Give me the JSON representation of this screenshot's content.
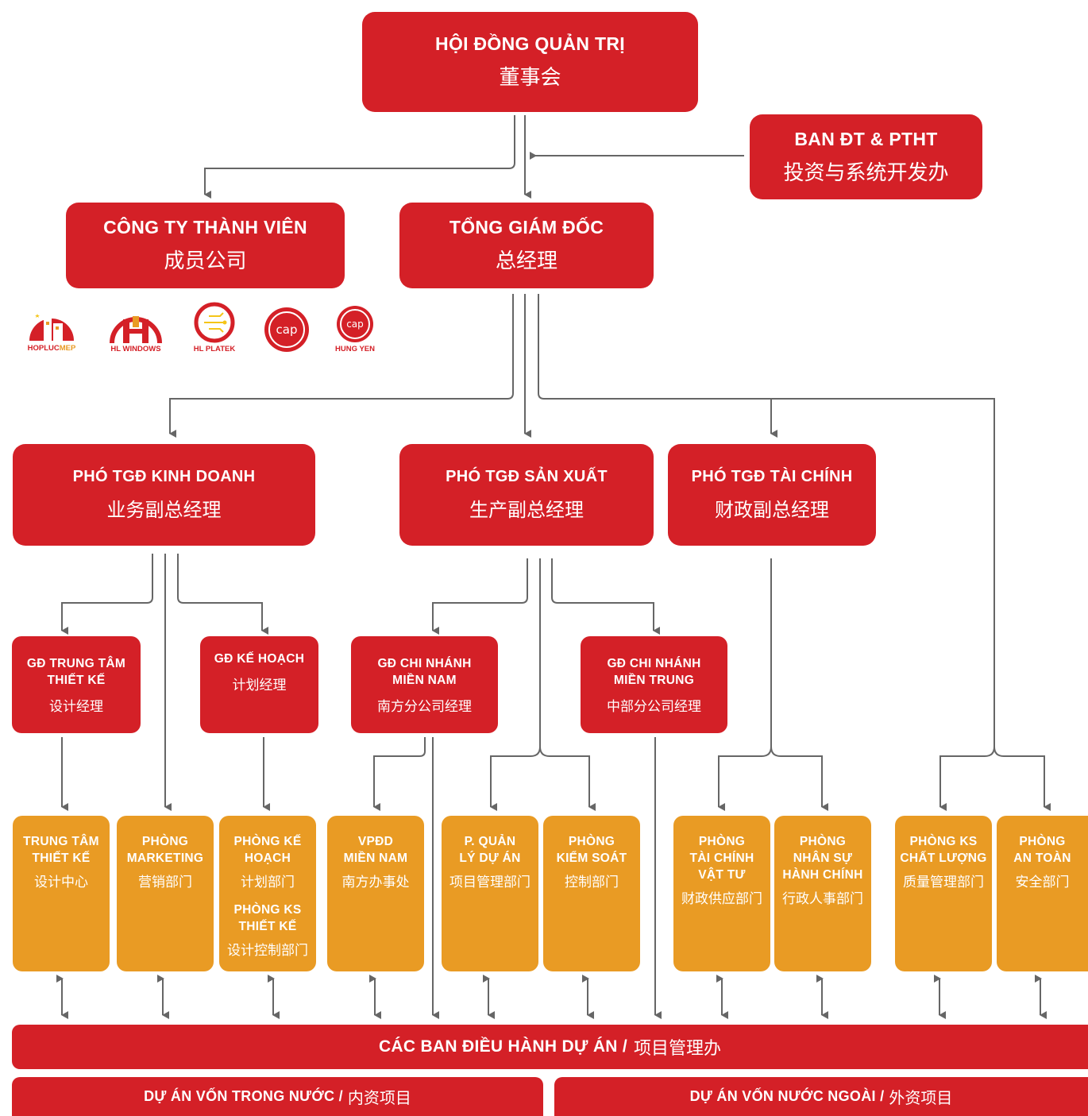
{
  "colors": {
    "red": "#d42027",
    "orange": "#e99b24",
    "line": "#666666"
  },
  "board": {
    "vi": "HỘI ĐỒNG QUẢN TRỊ",
    "zh": "董事会"
  },
  "investment": {
    "vi": "BAN ĐT & PTHT",
    "zh": "投资与系统开发办"
  },
  "members": {
    "vi": "CÔNG TY THÀNH VIÊN",
    "zh": "成员公司"
  },
  "ceo": {
    "vi": "TỔNG GIÁM ĐỐC",
    "zh": "总经理"
  },
  "logos": [
    {
      "name": "HOPLUC",
      "accent": "MEP",
      "icon": "house-logo-icon"
    },
    {
      "name": "HL WINDOWS",
      "icon": "window-logo-icon"
    },
    {
      "name": "HL PLATEK",
      "icon": "circuit-logo-icon"
    },
    {
      "name": "cap",
      "icon": "cap-logo-icon"
    },
    {
      "name": "HUNG YEN",
      "sub": "cap",
      "icon": "cap-logo-icon"
    }
  ],
  "deputies": [
    {
      "vi": "PHÓ TGĐ KINH DOANH",
      "zh": "业务副总经理"
    },
    {
      "vi": "PHÓ TGĐ SẢN XUẤT",
      "zh": "生产副总经理"
    },
    {
      "vi": "PHÓ TGĐ TÀI CHÍNH",
      "zh": "财政副总经理"
    }
  ],
  "directors": [
    {
      "vi1": "GĐ TRUNG TÂM",
      "vi2": "THIẾT KẾ",
      "zh": "设计经理"
    },
    {
      "vi1": "GĐ KẾ HOẠCH",
      "vi2": "",
      "zh": "计划经理"
    },
    {
      "vi1": "GĐ CHI NHÁNH",
      "vi2": "MIỀN NAM",
      "zh": "南方分公司经理"
    },
    {
      "vi1": "GĐ CHI NHÁNH",
      "vi2": "MIỀN TRUNG",
      "zh": "中部分公司经理"
    }
  ],
  "departments": [
    {
      "vi1": "TRUNG TÂM",
      "vi2": "THIẾT KẾ",
      "vi3": "",
      "zh": "设计中心"
    },
    {
      "vi1": "PHÒNG",
      "vi2": "MARKETING",
      "vi3": "",
      "zh": "营销部门"
    },
    {
      "vi1": "PHÒNG KẾ",
      "vi2": "HOẠCH",
      "vi3": "",
      "zh": "计划部门",
      "extra_vi1": "PHÒNG KS",
      "extra_vi2": "THIẾT KẾ",
      "extra_zh": "设计控制部门"
    },
    {
      "vi1": "VPĐD",
      "vi2": "MIỀN NAM",
      "vi3": "",
      "zh": "南方办事处"
    },
    {
      "vi1": "P. QUẢN",
      "vi2": "LÝ DỰ ÁN",
      "vi3": "",
      "zh": "项目管理部门"
    },
    {
      "vi1": "PHÒNG",
      "vi2": "KIỂM SOÁT",
      "vi3": "",
      "zh": "控制部门"
    },
    {
      "vi1": "PHÒNG",
      "vi2": "TÀI CHÍNH",
      "vi3": "VẬT TƯ",
      "zh": "财政供应部门"
    },
    {
      "vi1": "PHÒNG",
      "vi2": "NHÂN SỰ",
      "vi3": "HÀNH CHÍNH",
      "zh": "行政人事部门"
    },
    {
      "vi1": "PHÒNG KS",
      "vi2": "CHẤT LƯỢNG",
      "vi3": "",
      "zh": "质量管理部门"
    },
    {
      "vi1": "PHÒNG",
      "vi2": "AN TOÀN",
      "vi3": "",
      "zh": "安全部门"
    }
  ],
  "project_board": {
    "vi": "CÁC BAN ĐIỀU HÀNH DỰ ÁN /",
    "zh": "项目管理办"
  },
  "projects": [
    {
      "vi": "DỰ ÁN VỐN TRONG NƯỚC /",
      "zh": "内资项目"
    },
    {
      "vi": "DỰ ÁN VỐN NƯỚC NGOÀI /",
      "zh": "外资项目"
    }
  ]
}
